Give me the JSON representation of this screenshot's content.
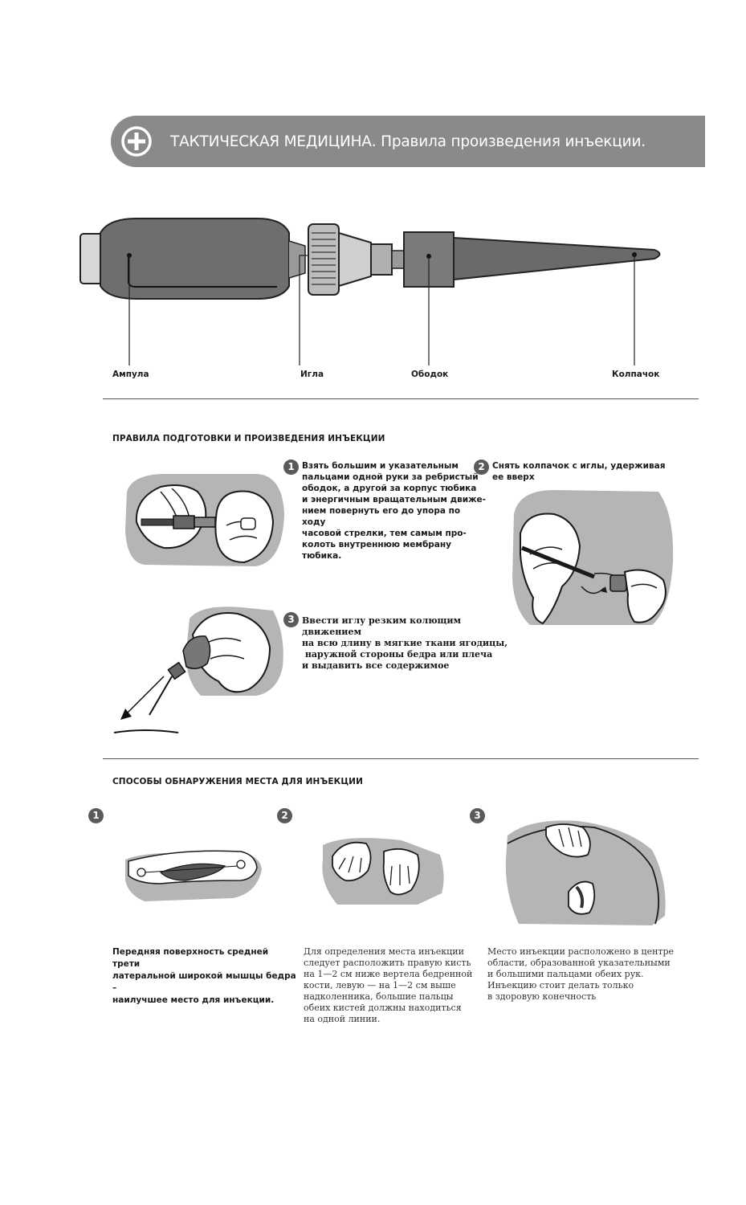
{
  "header": {
    "title": "ТАКТИЧЕСКАЯ МЕДИЦИНА. Правила произведения инъекции.",
    "icon": "plus-icon"
  },
  "diagram": {
    "parts": [
      "Ампула",
      "Игла",
      "Ободок",
      "Колпачок"
    ]
  },
  "preparation": {
    "title": "ПРАВИЛА ПОДГОТОВКИ И ПРОИЗВЕДЕНИЯ ИНЪЕКЦИИ",
    "steps": [
      {
        "number": "1",
        "lines": [
          "Взять большим и указательным",
          "пальцами одной руки за ребристый",
          "ободок, а другой за корпус тюбика",
          "и энергичным вращательным движе-",
          "нием повернуть его до упора по ходу",
          "часовой стрелки, тем самым про-",
          "колоть внутреннюю мембрану",
          "тюбика."
        ]
      },
      {
        "number": "2",
        "lines": [
          "Снять колпачок с иглы, удерживая",
          "ее вверх"
        ]
      },
      {
        "number": "3",
        "lines": [
          "Ввести иглу резким колющим движением",
          "на всю длину в мягкие ткани ягодицы,",
          " наружной стороны бедра или плеча",
          "и выдавить все содержимое"
        ]
      }
    ]
  },
  "detection": {
    "title": "СПОСОБЫ ОБНАРУЖЕНИЯ МЕСТА ДЛЯ ИНЪЕКЦИИ",
    "methods": [
      {
        "number": "1",
        "lines": [
          "Передняя поверхность средней трети",
          "латеральной широкой мышцы бедра –",
          "наилучшее место для инъекции."
        ]
      },
      {
        "number": "2",
        "lines": [
          "Для определения места инъекции",
          "следует расположить правую кисть",
          "на 1—2 см ниже вертела бедренной",
          "кости, левую — на 1—2 см выше",
          "надколенника, большие пальцы",
          "обеих кистей должны находиться",
          "на одной линии."
        ]
      },
      {
        "number": "3",
        "lines": [
          "Место инъекции расположено в центре",
          "области, образованной указательными",
          "и большими пальцами обеих рук.",
          "Инъекцию стоит делать только",
          "в здоровую конечность"
        ]
      }
    ]
  }
}
